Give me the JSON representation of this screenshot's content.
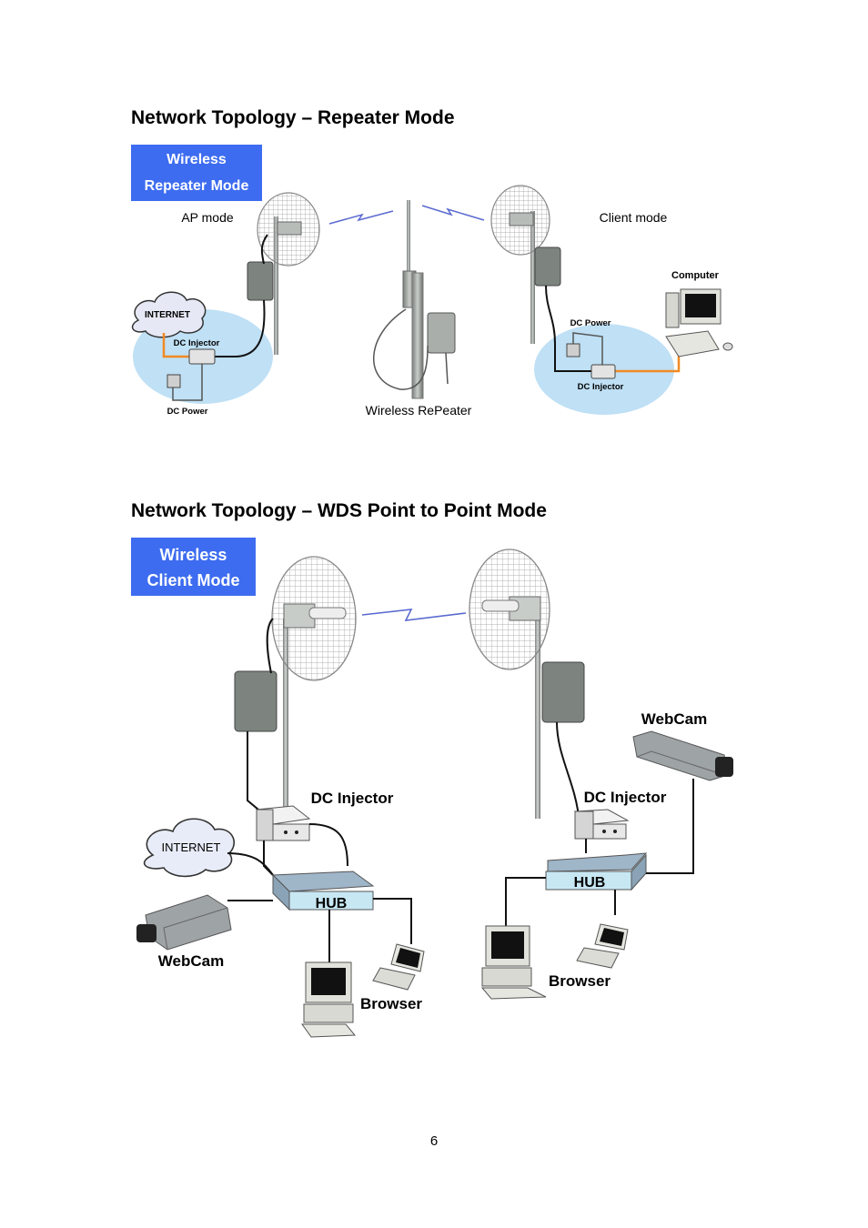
{
  "page": {
    "heading1": "Network Topology – Repeater Mode",
    "heading2": "Network Topology – WDS Point to Point Mode",
    "page_number": "6"
  },
  "diagram1": {
    "badge_line1": "Wireless",
    "badge_line2": "Repeater Mode",
    "ap_mode": "AP mode",
    "client_mode": "Client mode",
    "internet": "INTERNET",
    "dc_injector_left": "DC Injector",
    "dc_power_left": "DC Power",
    "wireless_repeater": "Wireless RePeater",
    "computer": "Computer",
    "dc_power_right": "DC Power",
    "dc_injector_right": "DC Injector"
  },
  "diagram2": {
    "badge_line1": "Wireless",
    "badge_line2": "Client Mode",
    "dc_injector_left": "DC Injector",
    "dc_injector_right": "DC Injector",
    "internet": "INTERNET",
    "hub_left": "HUB",
    "hub_right": "HUB",
    "webcam_left": "WebCam",
    "webcam_right": "WebCam",
    "browser_left": "Browser",
    "browser_right": "Browser"
  },
  "colors": {
    "badge_bg": "#3d6cf0",
    "zone_blue": "#bfe0f5",
    "cable_orange": "#f08a24",
    "hub_blue": "#c7e7f3"
  }
}
